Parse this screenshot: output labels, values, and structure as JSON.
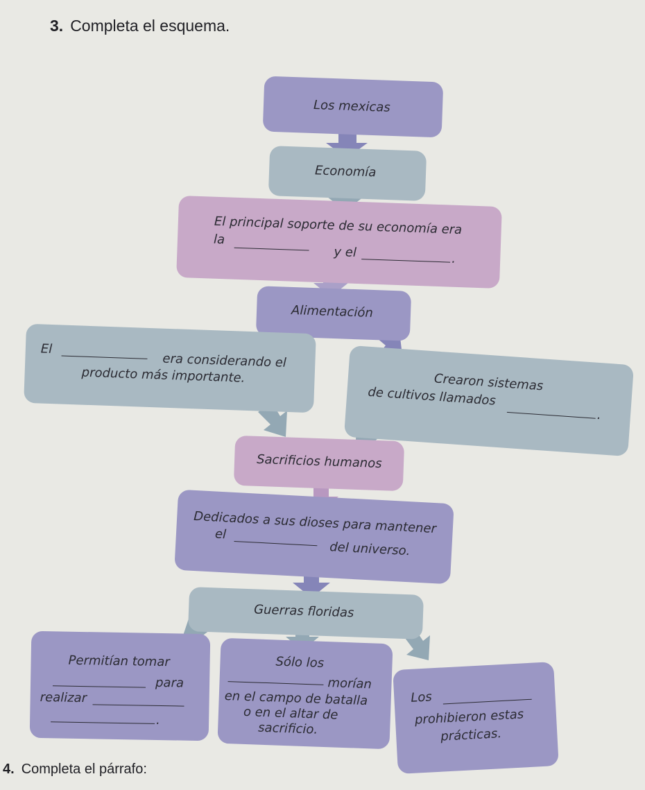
{
  "question3": {
    "number": "3.",
    "text": "Completa el esquema."
  },
  "question4": {
    "number": "4.",
    "text": "Completa el párrafo:"
  },
  "nodes": {
    "mexicas": "Los mexicas",
    "economia": "Economía",
    "soporte": {
      "line1": "El principal soporte de su economía era",
      "la": "la",
      "y_el": "y el",
      "end": "."
    },
    "alimentacion": "Alimentación",
    "producto": {
      "el": "El",
      "line1_rest": "era considerando el",
      "line2": "producto más importante."
    },
    "cultivos": {
      "line1": "Crearon sistemas",
      "line2": "de cultivos llamados",
      "end": "."
    },
    "sacrificios": "Sacrificios humanos",
    "dedicados": {
      "line1": "Dedicados a sus dioses para mantener",
      "el": "el",
      "rest": "del universo."
    },
    "guerras": "Guerras floridas",
    "permitian": {
      "line1": "Permitían tomar",
      "para": "para",
      "realizar": "realizar",
      "end": "."
    },
    "solo": {
      "line1": "Sólo los",
      "morian": "morían",
      "line3": "en el campo de batalla",
      "line4": "o en el altar de",
      "line5": "sacrificio."
    },
    "prohibieron": {
      "los": "Los",
      "line2": "prohibieron estas",
      "line3": "prácticas."
    }
  }
}
